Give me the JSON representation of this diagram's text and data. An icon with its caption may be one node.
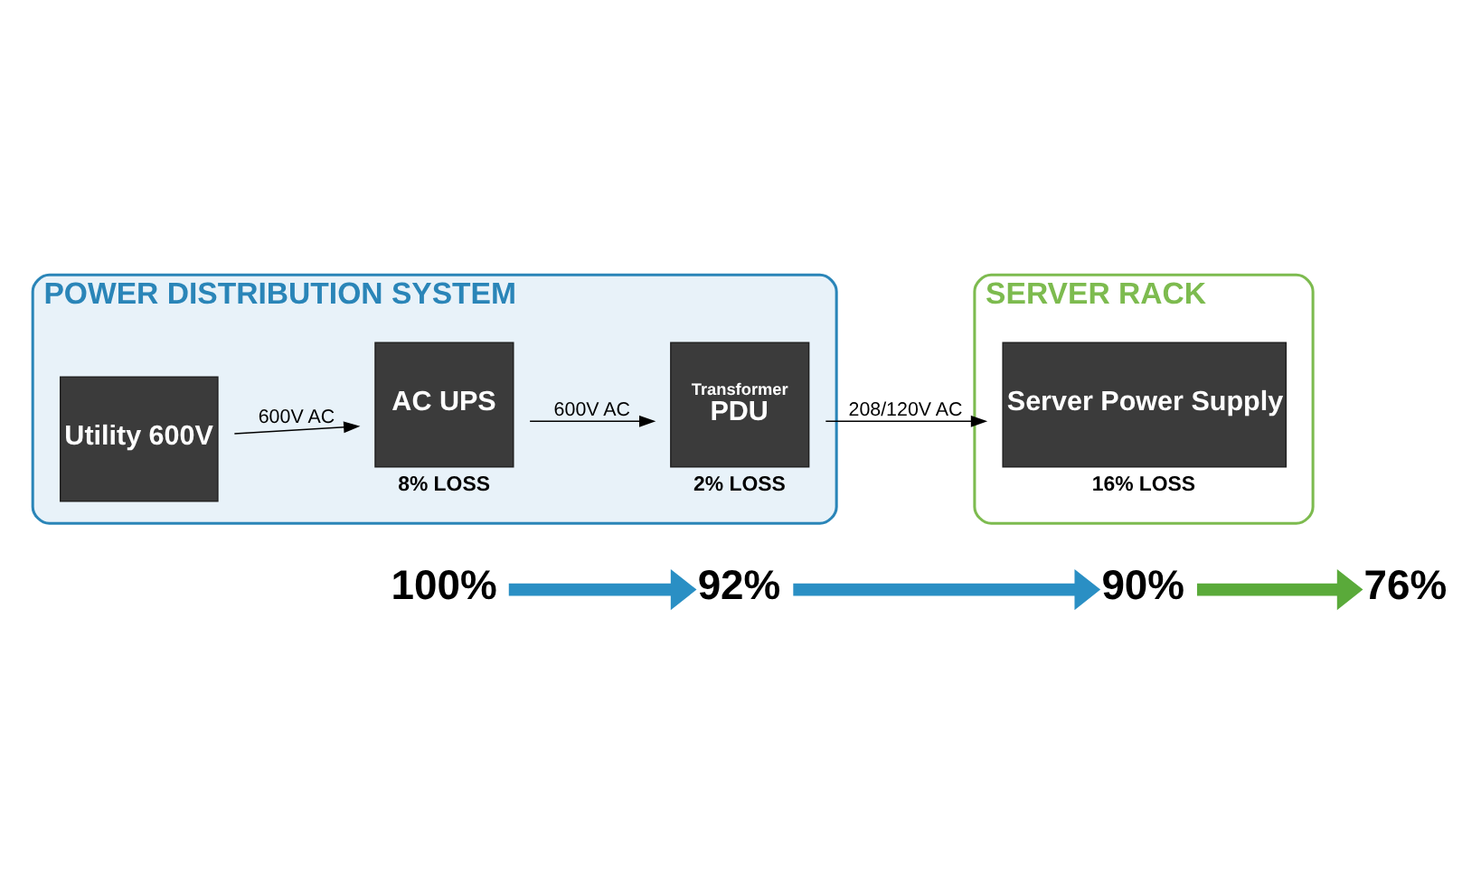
{
  "diagram": {
    "nodes": [
      {
        "text": [
          "POWER DISTRIBUTION SYSTEM"
        ]
      },
      {
        "text": [
          "Utility 600V"
        ],
        "in": 0
      },
      {
        "text": [
          "AC UPS"
        ],
        "in": 0,
        "beside": [
          "8% LOSS"
        ]
      },
      {
        "text": [
          "Transformer",
          "PDU"
        ],
        "in": 0,
        "beside": [
          "2% LOSS"
        ]
      },
      {
        "text": [
          "SERVER RACK"
        ]
      },
      {
        "text": [
          "Server Power Supply"
        ],
        "in": 4,
        "beside": [
          "16% LOSS"
        ]
      },
      {
        "text": [
          "100%"
        ]
      },
      {
        "text": [
          "92%"
        ]
      },
      {
        "text": [
          "90%"
        ]
      },
      {
        "text": [
          "76%"
        ]
      }
    ],
    "edges": [
      {
        "from": 1,
        "to": 2,
        "arrow": "to",
        "label": "600V AC"
      },
      {
        "from": 2,
        "to": 3,
        "arrow": "to",
        "label": "600V AC"
      },
      {
        "from": 3,
        "to": 5,
        "arrow": "to",
        "label": "208/120V AC"
      },
      {
        "from": 6,
        "to": 7,
        "arrow": "to",
        "style": "thick",
        "color": "#2a8fc4"
      },
      {
        "from": 7,
        "to": 8,
        "arrow": "to",
        "style": "thick",
        "color": "#2a8fc4"
      },
      {
        "from": 8,
        "to": 9,
        "arrow": "to",
        "style": "thick",
        "color": "#5aaa3a"
      }
    ]
  }
}
